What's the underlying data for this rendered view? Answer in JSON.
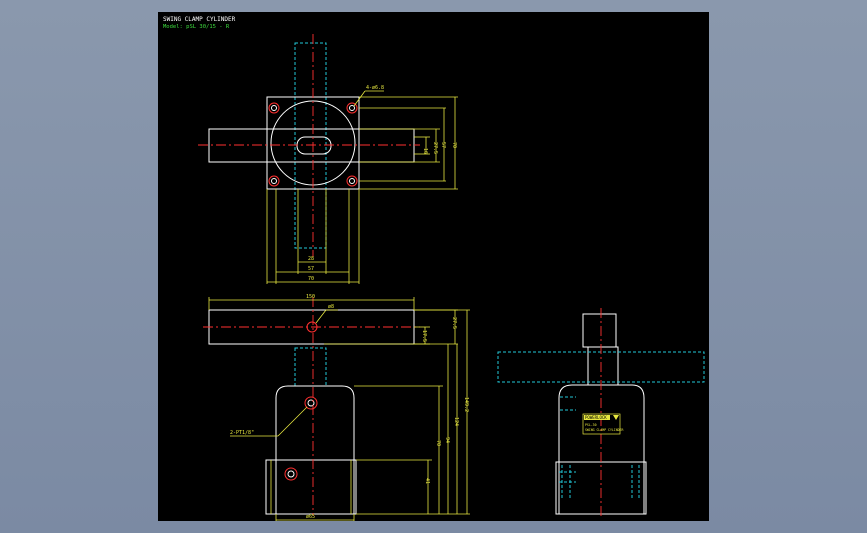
{
  "title_block": {
    "title": "SWING CLAMP CYLINDER",
    "model": "Model: pSL 30/15 - R"
  },
  "top_view": {
    "hole_callout": "4-ø6.8",
    "dim_width_inner": "28",
    "dim_width_mid": "57",
    "dim_width_outer": "70",
    "dim_height_inner": "16",
    "dim_height_a": "27.5",
    "dim_height_b": "57",
    "dim_height_outer": "70"
  },
  "front_view": {
    "dim_arm_length": "150",
    "dim_pin": "ø8",
    "dim_arm_height": "17.5",
    "dim_to_arm_top": "27.5",
    "dim_body_height": "70",
    "dim_to_pin": "94",
    "dim_total_a": "124",
    "dim_total_b": "149.2",
    "dim_base": "41",
    "dim_bore": "ø65",
    "port_callout": "2-PT1/8\""
  },
  "side_view": {
    "plate_brand": "POWERLOCK",
    "plate_line1": "PSL-30",
    "plate_line2": "SWING CLAMP CYLINDER"
  },
  "colors": {
    "background": "#7b8aa3",
    "canvas": "#000000",
    "outline": "#ffffff",
    "dimension": "#e8e840",
    "centerline": "#ff3030",
    "hidden": "#22c8d8",
    "model_text": "#3ddc3d"
  }
}
